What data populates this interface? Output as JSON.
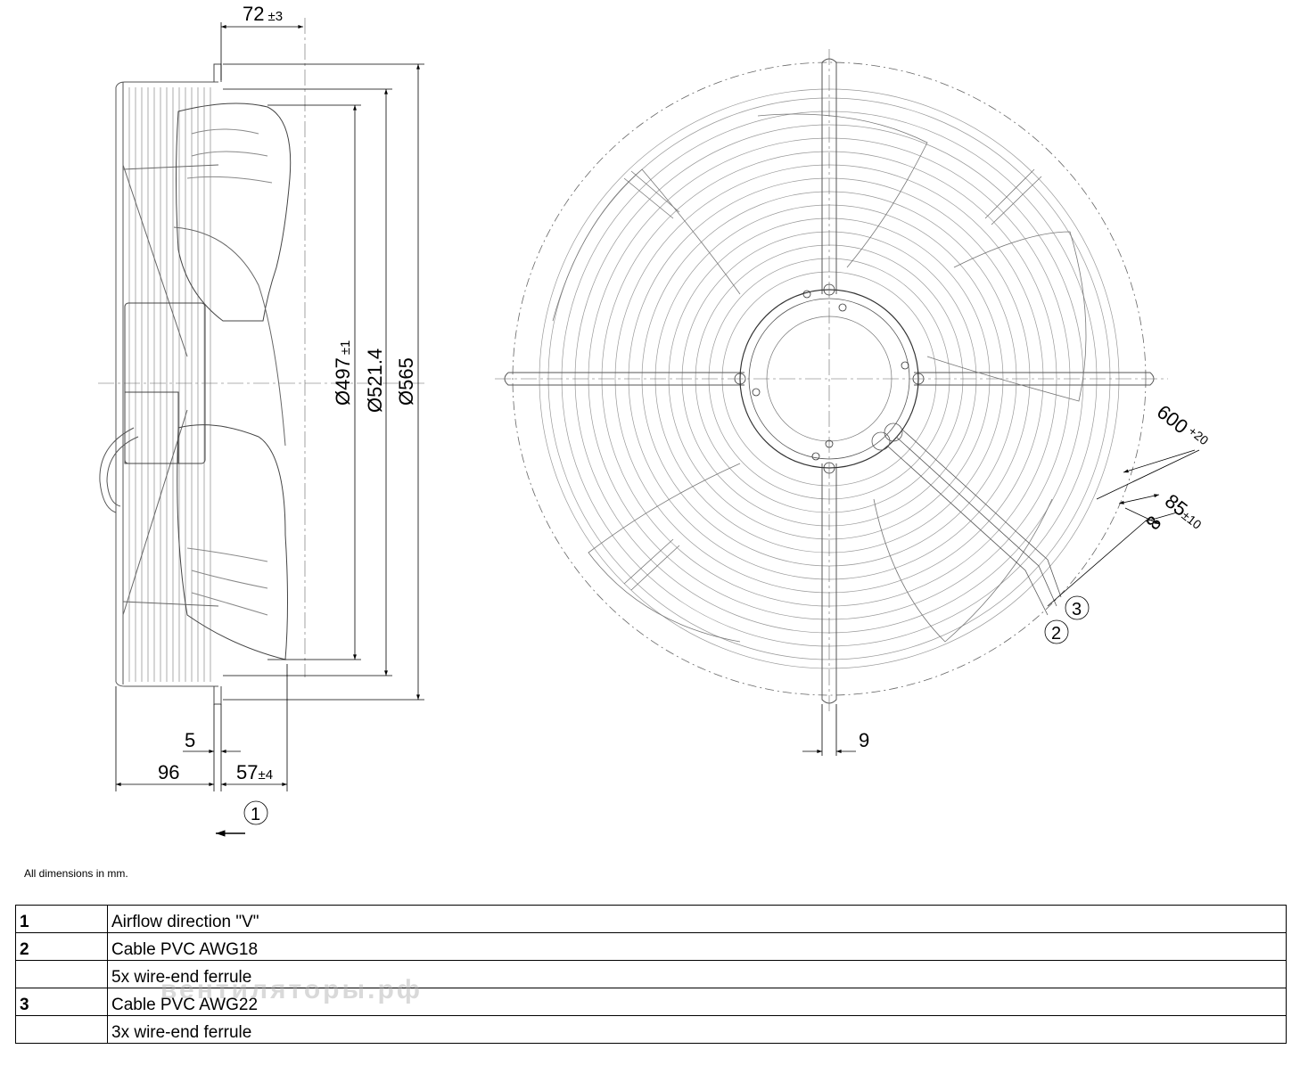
{
  "dimensions": {
    "width_top": "72",
    "width_top_tol": "±3",
    "dia_497": "Ø497",
    "dia_497_tol": "±1",
    "dia_521": "Ø521.4",
    "dia_565": "Ø565",
    "dim_5": "5",
    "dim_96": "96",
    "dim_57": "57",
    "dim_57_tol": "±4",
    "dim_9": "9",
    "dim_600": "600",
    "dim_600_tol": "+20",
    "dim_85": "85",
    "dim_85_tol": "±10",
    "dim_8": "8"
  },
  "callouts": {
    "c1": "1",
    "c2": "2",
    "c3": "3"
  },
  "note": "All dimensions in mm.",
  "legend": [
    {
      "key": "1",
      "text": "Airflow direction \"V\""
    },
    {
      "key": "2",
      "text": "Cable PVC AWG18"
    },
    {
      "key": "",
      "text": "5x wire-end ferrule"
    },
    {
      "key": "3",
      "text": "Cable PVC AWG22"
    },
    {
      "key": "",
      "text": "3x wire-end ferrule"
    }
  ],
  "watermark": "вентиляторы.рф"
}
